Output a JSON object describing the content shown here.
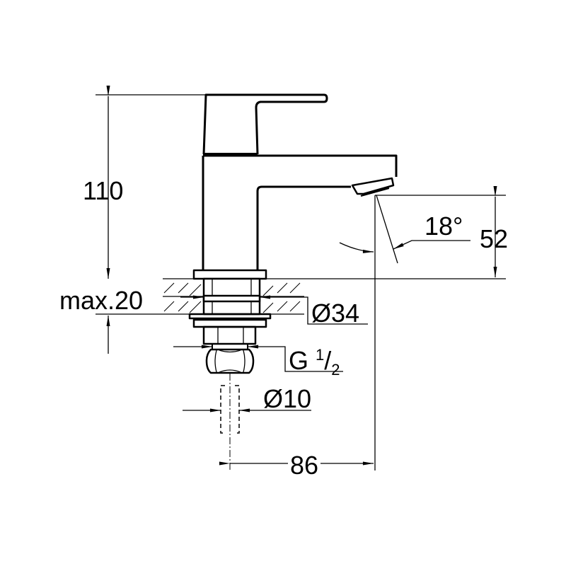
{
  "dimensions": {
    "height_total": "110",
    "max_deck": "max.20",
    "spout_height": "52",
    "angle": "18°",
    "flange_diameter": "Ø34",
    "thread_prefix": "G",
    "thread_num": "1",
    "thread_den": "2",
    "pipe_diameter": "Ø10",
    "projection": "86"
  },
  "colors": {
    "line": "#000000",
    "background": "#ffffff"
  }
}
